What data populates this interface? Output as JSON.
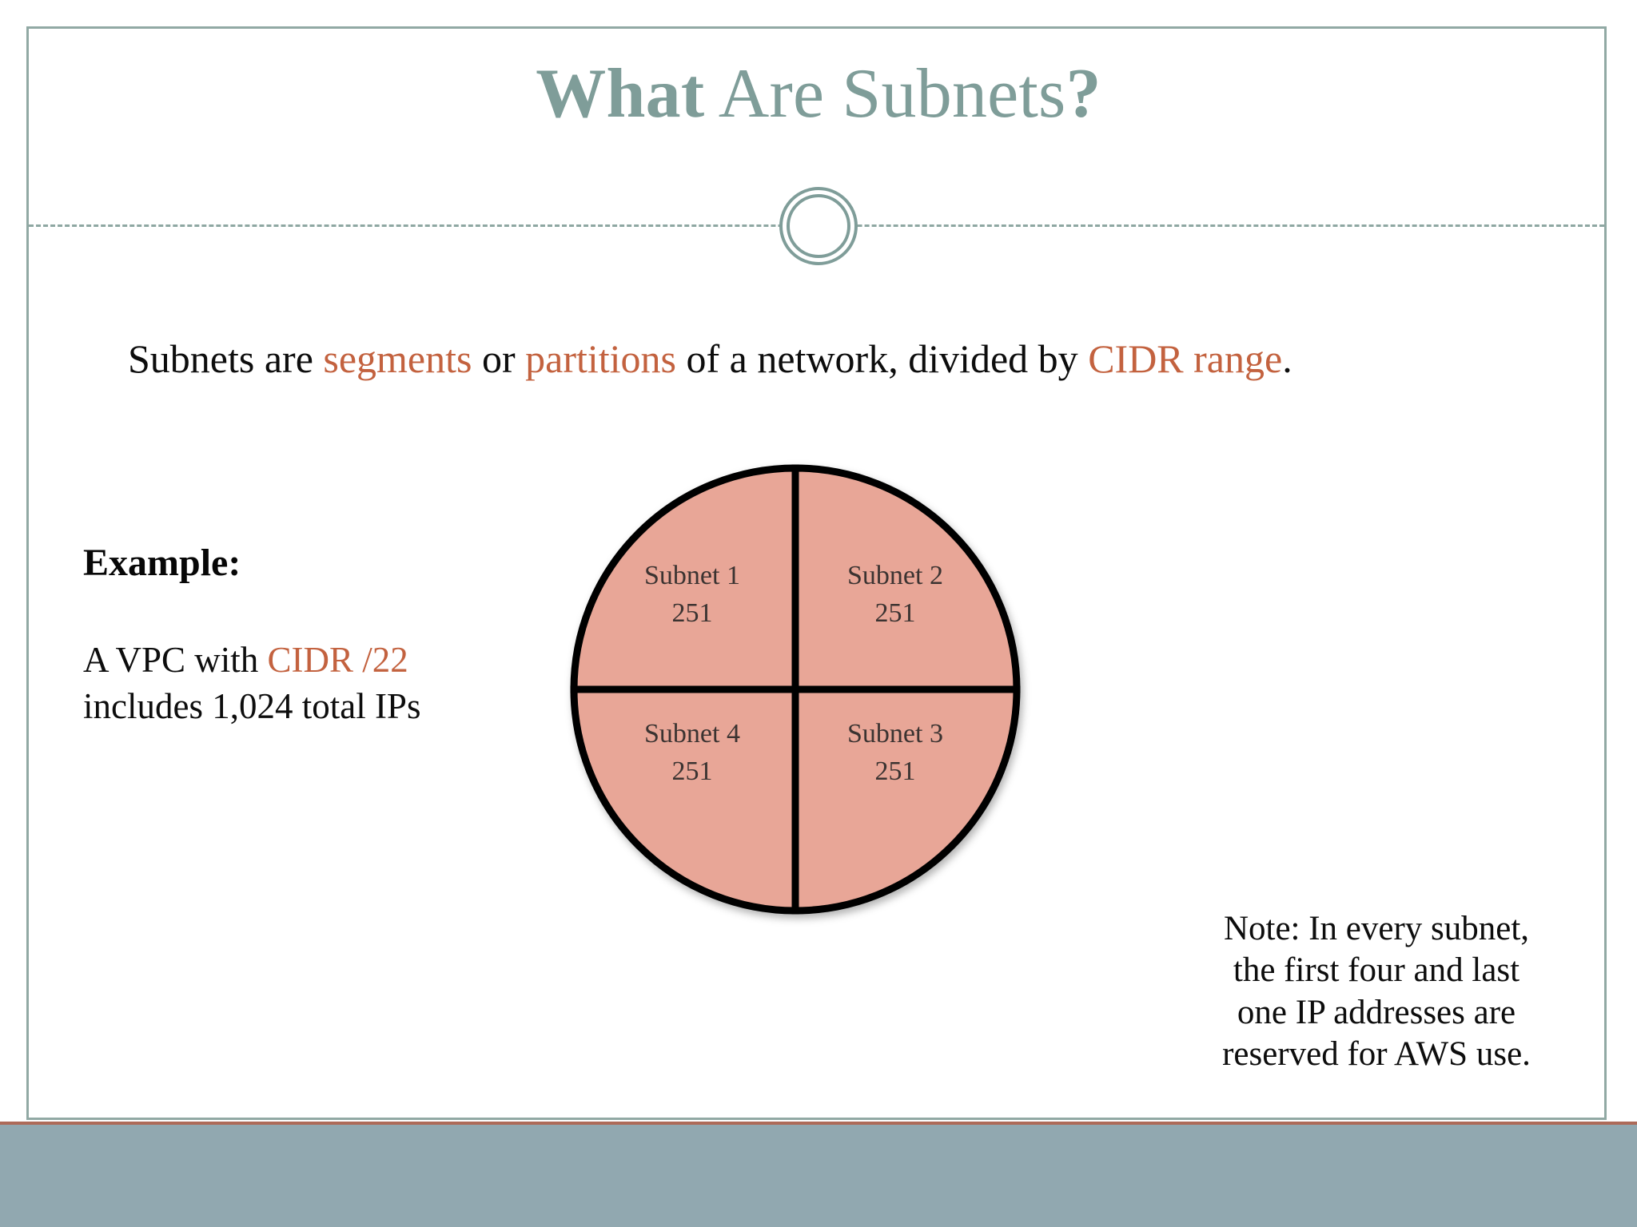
{
  "slide": {
    "title_part_bold": "What",
    "title_part_regular": " Are Subnets",
    "title_part_mark": "?",
    "title_color": "#7f9d99",
    "accent_color": "#c3623f",
    "frame_color": "#91a9a4",
    "footer_color": "#91a8b0",
    "footer_border_color": "#ad6a58"
  },
  "lead": {
    "seg1": "Subnets are ",
    "hl1": "segments",
    "seg2": " or ",
    "hl2": "partitions",
    "seg3": " of a network, divided by ",
    "hl3": "CIDR range",
    "seg4": "."
  },
  "example": {
    "heading": "Example:",
    "line1_prefix": "A VPC with ",
    "line1_accent": "CIDR /22",
    "line2": "includes 1,024 total IPs"
  },
  "note": {
    "line1": "Note: In every subnet,",
    "line2": "the first four and last",
    "line3": "one IP addresses are",
    "line4": "reserved for AWS use."
  },
  "chart_data": {
    "type": "pie",
    "title": "",
    "categories": [
      "Subnet 1",
      "Subnet 2",
      "Subnet 3",
      "Subnet 4"
    ],
    "values": [
      251,
      251,
      251,
      251
    ],
    "labels": [
      {
        "name": "Subnet 1",
        "value": "251"
      },
      {
        "name": "Subnet 2",
        "value": "251"
      },
      {
        "name": "Subnet 3",
        "value": "251"
      },
      {
        "name": "Subnet 4",
        "value": "251"
      }
    ],
    "slice_fill": "#e8a697",
    "slice_stroke": "#000000",
    "label_color": "#3b3331",
    "legend": "none",
    "grid": false
  }
}
